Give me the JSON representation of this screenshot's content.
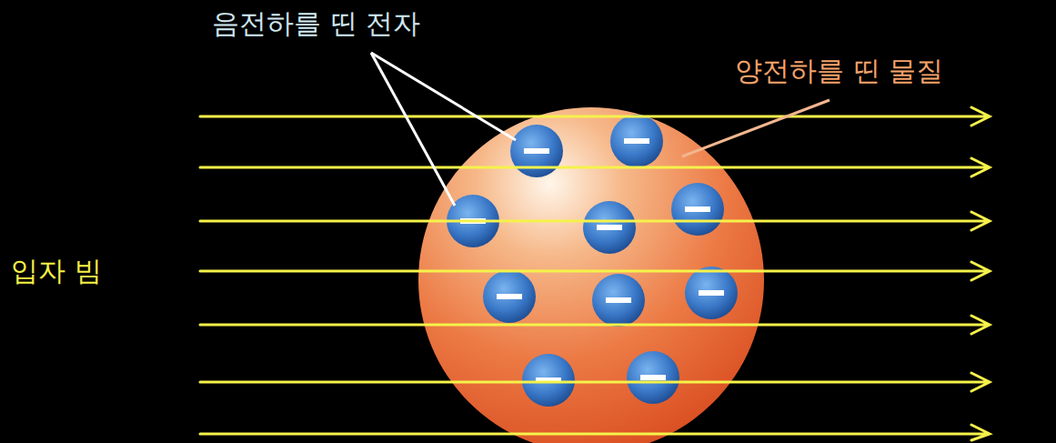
{
  "diagram": {
    "labels": [
      "음전하를 띤 전자",
      "양전하를 띤 물질",
      "입자 빔"
    ]
  }
}
